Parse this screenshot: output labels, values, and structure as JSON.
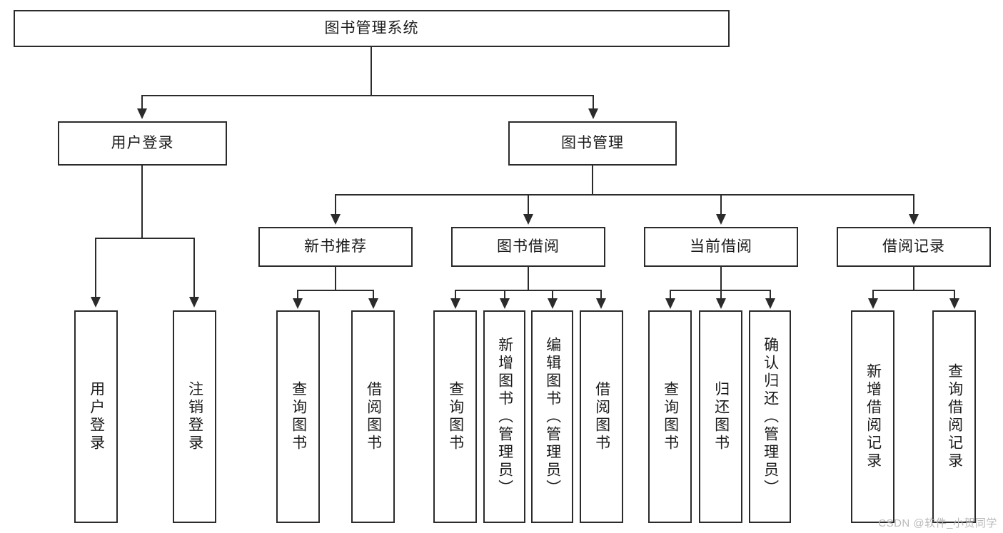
{
  "diagram": {
    "type": "tree-hierarchy-flowchart",
    "title": "图书管理系统",
    "watermark": "CSDN @软件_小贺同学",
    "colors": {
      "stroke": "#2b2b2b",
      "fill": "#ffffff",
      "text": "#1b1b1b",
      "watermark": "#b9b9b9"
    },
    "levels": {
      "root": {
        "label": "图书管理系统"
      },
      "level2": [
        {
          "label": "用户登录"
        },
        {
          "label": "图书管理"
        }
      ],
      "level3": [
        {
          "label": "新书推荐"
        },
        {
          "label": "图书借阅"
        },
        {
          "label": "当前借阅"
        },
        {
          "label": "借阅记录"
        }
      ],
      "leaves": {
        "user_login": [
          {
            "label": "用户登录"
          },
          {
            "label": "注销登录"
          }
        ],
        "new_book": [
          {
            "label": "查询图书"
          },
          {
            "label": "借阅图书"
          }
        ],
        "book_borrow": [
          {
            "label": "查询图书"
          },
          {
            "label": "新增图书（管理员）"
          },
          {
            "label": "编辑图书（管理员）"
          },
          {
            "label": "借阅图书"
          }
        ],
        "current_borrow": [
          {
            "label": "查询图书"
          },
          {
            "label": "归还图书"
          },
          {
            "label": "确认归还（管理员）"
          }
        ],
        "borrow_record": [
          {
            "label": "新增借阅记录"
          },
          {
            "label": "查询借阅记录"
          }
        ]
      }
    }
  }
}
